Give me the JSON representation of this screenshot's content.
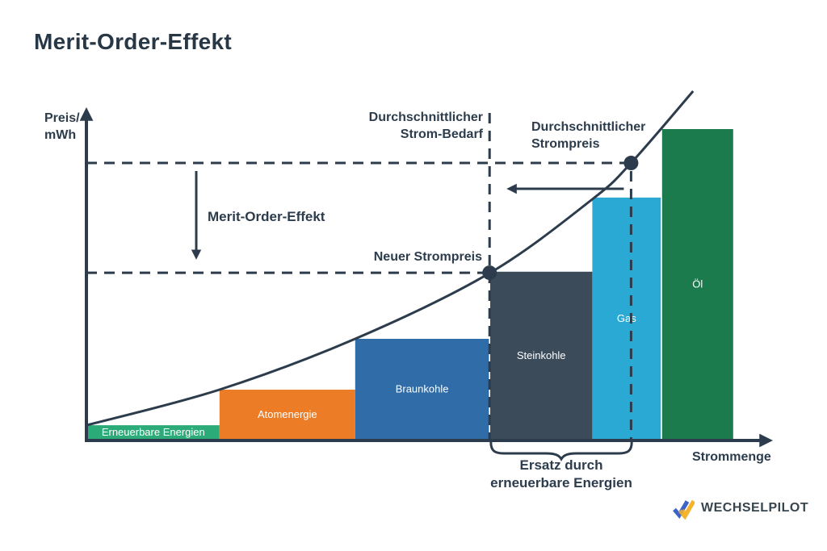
{
  "page": {
    "title": "Merit-Order-Effekt"
  },
  "colors": {
    "ink": "#2C3C4C",
    "renewables_green": "#2BAB78",
    "nuclear_orange": "#EC7D26",
    "lignite_blue": "#306DA8",
    "hardcoal_slate": "#3C4B59",
    "gas_cyan": "#2BA9D5",
    "oil_green": "#1C7B4D",
    "logo_blue": "#3E63C8",
    "logo_yellow": "#F4B32A"
  },
  "chart_data": {
    "type": "bar",
    "title": "Merit-Order-Effekt",
    "xlabel": "Strommenge",
    "ylabel": "Preis/mWh",
    "ylabel_lines": [
      "Preis/",
      "mWh"
    ],
    "grid": false,
    "legend": false,
    "x_range": [
      0,
      107
    ],
    "y_range": [
      0,
      105
    ],
    "categories": [
      "Erneuerbare Energien",
      "Atomenergie",
      "Braunkohle",
      "Steinkohle",
      "Gas",
      "Öl"
    ],
    "bars": [
      {
        "label": "Erneuerbare Energien",
        "x0": 0.1,
        "x1": 20.6,
        "price": 4.5,
        "color": "#2BAB78"
      },
      {
        "label": "Atomenergie",
        "x0": 20.6,
        "x1": 41.6,
        "price": 15.0,
        "color": "#EC7D26"
      },
      {
        "label": "Braunkohle",
        "x0": 41.6,
        "x1": 62.3,
        "price": 30.0,
        "color": "#306DA8"
      },
      {
        "label": "Steinkohle",
        "x0": 62.5,
        "x1": 78.3,
        "price": 49.8,
        "color": "#3C4B59"
      },
      {
        "label": "Gas",
        "x0": 78.3,
        "x1": 88.9,
        "price": 71.7,
        "color": "#2BA9D5"
      },
      {
        "label": "Öl",
        "x0": 89.1,
        "x1": 100.1,
        "price": 91.9,
        "color": "#1C7B4D"
      }
    ],
    "supply_curve_points": [
      [
        0,
        4.5
      ],
      [
        20.6,
        15.0
      ],
      [
        41.6,
        30.0
      ],
      [
        62.5,
        49.5
      ],
      [
        78.3,
        71.2
      ],
      [
        84.3,
        81.9
      ],
      [
        93.9,
        103.1
      ]
    ],
    "avg_demand_x": 62.4,
    "avg_supply_x": 84.3,
    "avg_price": 81.9,
    "new_price": 49.5,
    "replaced_range": [
      62.6,
      84.4
    ],
    "annotations": {
      "avg_demand_label": [
        "Durchschnittlicher",
        "Strom-Bedarf"
      ],
      "avg_price_label": [
        "Durchschnittlicher",
        "Strompreis"
      ],
      "effect_label": "Merit-Order-Effekt",
      "new_price_label": "Neuer Strompreis",
      "brace_label": [
        "Ersatz durch",
        "erneuerbare Energien"
      ]
    }
  },
  "logo": {
    "text": "WECHSELPILOT"
  }
}
